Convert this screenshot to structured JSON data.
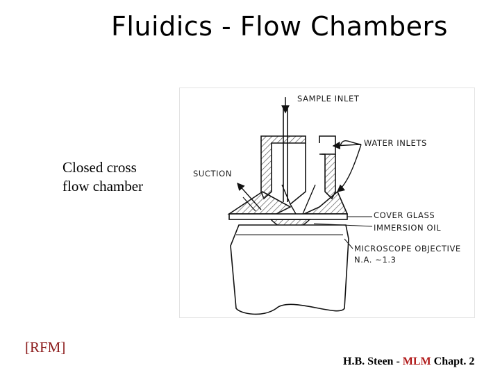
{
  "slide": {
    "title": "Fluidics - Flow Chambers",
    "caption_line1": "Closed cross",
    "caption_line2": "flow chamber",
    "reference": "[RFM]",
    "credit_prefix": "H.B. Steen - ",
    "credit_highlight": "MLM",
    "credit_suffix": " Chapt. 2"
  },
  "diagram": {
    "labels": {
      "sample_inlet": "SAMPLE INLET",
      "water_inlets": "WATER INLETS",
      "suction": "SUCTION",
      "cover_glass": "COVER GLASS",
      "immersion_oil": "IMMERSION OIL",
      "microscope_objective": "MICROSCOPE OBJECTIVE",
      "numerical_aperture": "N.A. ~1.3"
    }
  },
  "colors": {
    "text": "#000000",
    "reference": "#8b1a1a",
    "highlight": "#b01818"
  }
}
